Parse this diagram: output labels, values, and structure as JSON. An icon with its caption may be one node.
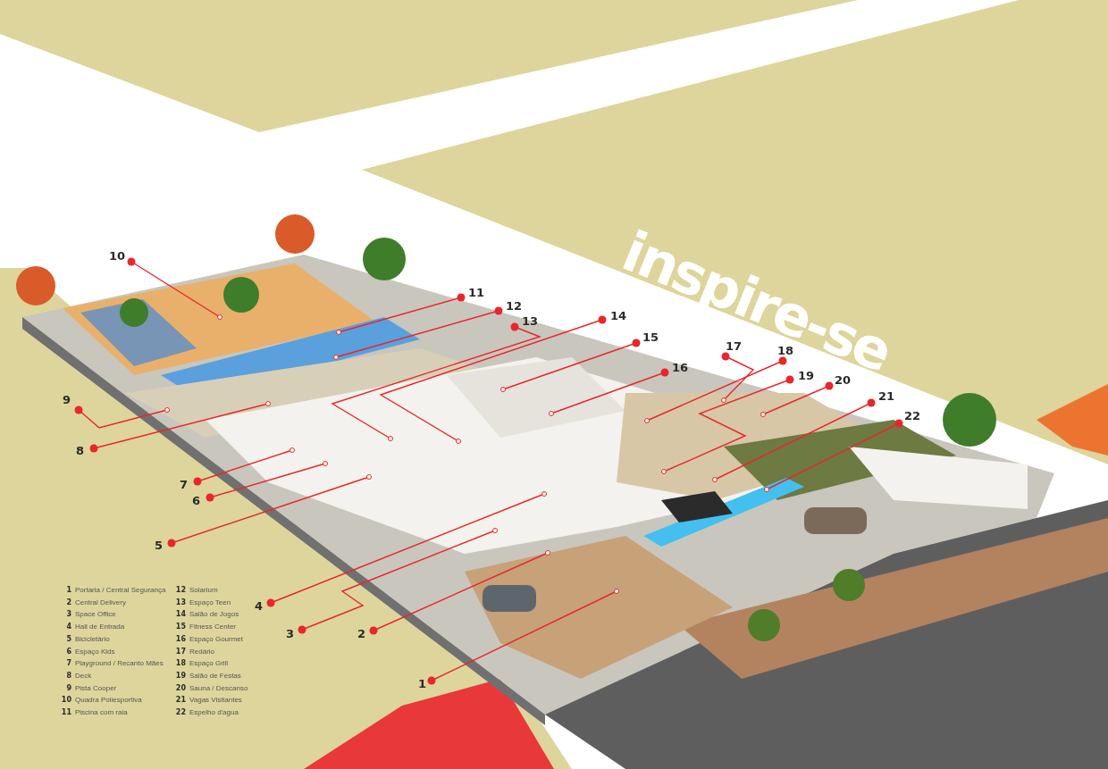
{
  "diagram": {
    "nodes": [
      {
        "text": [
          "1"
        ]
      },
      {
        "text": [
          "2"
        ]
      },
      {
        "text": [
          "3"
        ]
      },
      {
        "text": [
          "4"
        ]
      },
      {
        "text": [
          "5"
        ]
      },
      {
        "text": [
          "6"
        ]
      },
      {
        "text": [
          "7"
        ]
      },
      {
        "text": [
          "8"
        ]
      },
      {
        "text": [
          "9"
        ]
      },
      {
        "text": [
          "10"
        ]
      },
      {
        "text": [
          "11"
        ]
      },
      {
        "text": [
          "12"
        ]
      },
      {
        "text": [
          "13"
        ]
      },
      {
        "text": [
          "14"
        ]
      },
      {
        "text": [
          "15"
        ]
      },
      {
        "text": [
          "16"
        ]
      },
      {
        "text": [
          "17"
        ]
      },
      {
        "text": [
          "18"
        ]
      },
      {
        "text": [
          "19"
        ]
      },
      {
        "text": [
          "20"
        ]
      },
      {
        "text": [
          "21"
        ]
      },
      {
        "text": [
          "22"
        ]
      }
    ],
    "edges": [
      {
        "from": 0,
        "to": null,
        "arrow": "other"
      },
      {
        "from": 1,
        "to": null,
        "arrow": "other"
      },
      {
        "from": 2,
        "to": null,
        "arrow": "other"
      },
      {
        "from": 3,
        "to": null,
        "arrow": "other"
      },
      {
        "from": 4,
        "to": null,
        "arrow": "other"
      },
      {
        "from": 5,
        "to": null,
        "arrow": "other"
      },
      {
        "from": 6,
        "to": null,
        "arrow": "other"
      },
      {
        "from": 7,
        "to": null,
        "arrow": "other"
      },
      {
        "from": 8,
        "to": null,
        "arrow": "other"
      },
      {
        "from": 9,
        "to": null,
        "arrow": "other"
      },
      {
        "from": 10,
        "to": null,
        "arrow": "other"
      },
      {
        "from": 11,
        "to": null,
        "arrow": "other"
      },
      {
        "from": 12,
        "to": null,
        "arrow": "other"
      },
      {
        "from": 13,
        "to": null,
        "arrow": "other"
      },
      {
        "from": 14,
        "to": null,
        "arrow": "other"
      },
      {
        "from": 15,
        "to": null,
        "arrow": "other"
      },
      {
        "from": 16,
        "to": null,
        "arrow": "other"
      },
      {
        "from": 17,
        "to": null,
        "arrow": "other"
      },
      {
        "from": 18,
        "to": null,
        "arrow": "other"
      },
      {
        "from": 19,
        "to": null,
        "arrow": "other"
      },
      {
        "from": 20,
        "to": null,
        "arrow": "other"
      },
      {
        "from": 21,
        "to": null,
        "arrow": "other"
      }
    ],
    "labels": [
      "inspire-se",
      "1",
      "Portaria / Central Segurança",
      "12",
      "Solarium",
      "2",
      "Central Delivery",
      "13",
      "Espaço Teen",
      "3",
      "Space Office",
      "14",
      "Salão de Jogos",
      "4",
      "Hall de Entrada",
      "15",
      "Fitness Center",
      "5",
      "Bicicletário",
      "16",
      "Espaço Gourmet",
      "6",
      "Espaço Kids",
      "17",
      "Redário",
      "7",
      "Playground / Recanto Mães",
      "18",
      "Espaço Grill",
      "8",
      "Deck",
      "19",
      "Salão de Festas",
      "9",
      "Pista Cooper",
      "20",
      "Sauna / Descanso",
      "10",
      "Quadra Poliesportiva",
      "21",
      "Vagas Visitantes",
      "11",
      "Piscina com raia",
      "22",
      "Espelho d'agua"
    ]
  }
}
